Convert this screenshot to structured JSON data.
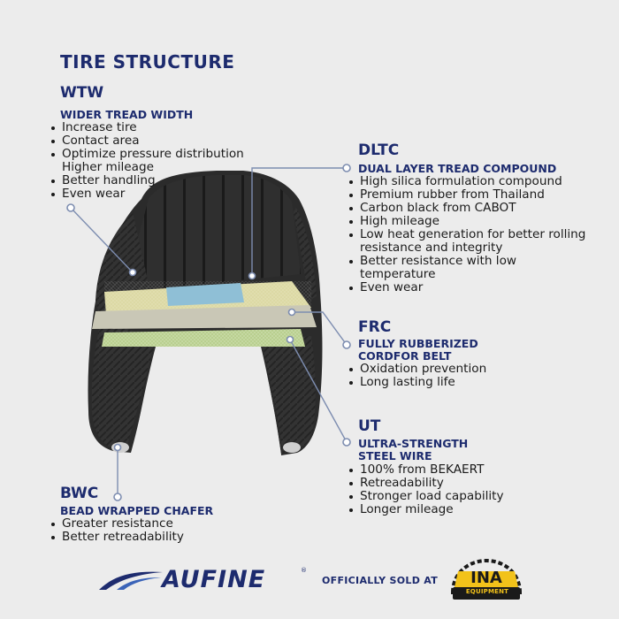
{
  "title": "TIRE STRUCTURE",
  "sections": {
    "wtw": {
      "code": "WTW",
      "heading": "WIDER TREAD WIDTH",
      "items": [
        "Increase tire",
        "Contact area",
        "Optimize pressure distribution Higher mileage",
        "Better handling",
        "Even wear"
      ]
    },
    "dltc": {
      "code": "DLTC",
      "heading": "DUAL LAYER TREAD COMPOUND",
      "items": [
        "High silica formulation compound",
        "Premium rubber from Thailand",
        "Carbon black from CABOT",
        "High mileage",
        "Low heat generation for better rolling resistance and integrity",
        "Better resistance with low temperature",
        "Even wear"
      ]
    },
    "frc": {
      "code": "FRC",
      "heading_line1": "FULLY RUBBERIZED",
      "heading_line2": "CORDFOR BELT",
      "items": [
        "Oxidation prevention",
        "Long lasting life"
      ]
    },
    "ut": {
      "code": "UT",
      "heading_line1": "ULTRA-STRENGTH",
      "heading_line2": "STEEL WIRE",
      "items": [
        "100% from BEKAERT",
        "Retreadability",
        "Stronger load capability",
        "Longer mileage"
      ]
    },
    "bwc": {
      "code": "BWC",
      "heading": "BEAD WRAPPED CHAFER",
      "items": [
        "Greater resistance",
        "Better retreadability"
      ]
    }
  },
  "footer": {
    "brand": "AUFINE",
    "registered": "®",
    "sold_text": "OFFICIALLY SOLD AT",
    "dealer_name": "INA",
    "dealer_sub": "EQUIPMENT"
  },
  "colors": {
    "navy": "#1d2b6e",
    "leader": "#7d8db0",
    "tire": "#2b2b2b",
    "belt_yellow": "#dcd9a4",
    "belt_blue": "#8fbfd6",
    "belt_green": "#b9cf8f",
    "dealer_gold": "#f2c21a"
  }
}
